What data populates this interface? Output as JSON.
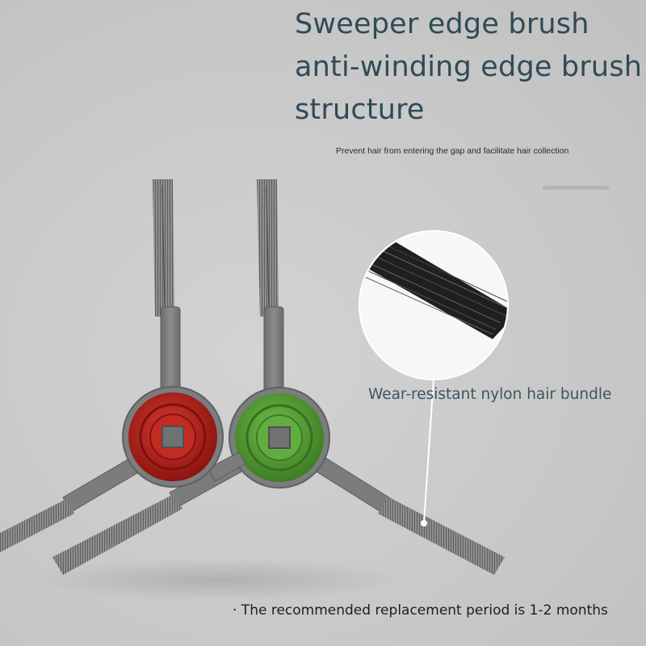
{
  "heading": {
    "line1": "Sweeper edge brush",
    "line2": "anti-winding edge brush",
    "line3": "structure"
  },
  "subtitle": "Prevent hair from entering the gap and facilitate hair collection",
  "callout": "Wear-resistant nylon hair bundle",
  "note": "· The recommended replacement period is 1-2 months",
  "colors": {
    "background": "#c9cac9",
    "heading": "#2f4a58",
    "hub_red": "#c0231d",
    "hub_green": "#58a23a",
    "arm_gray": "#7d7f80"
  }
}
